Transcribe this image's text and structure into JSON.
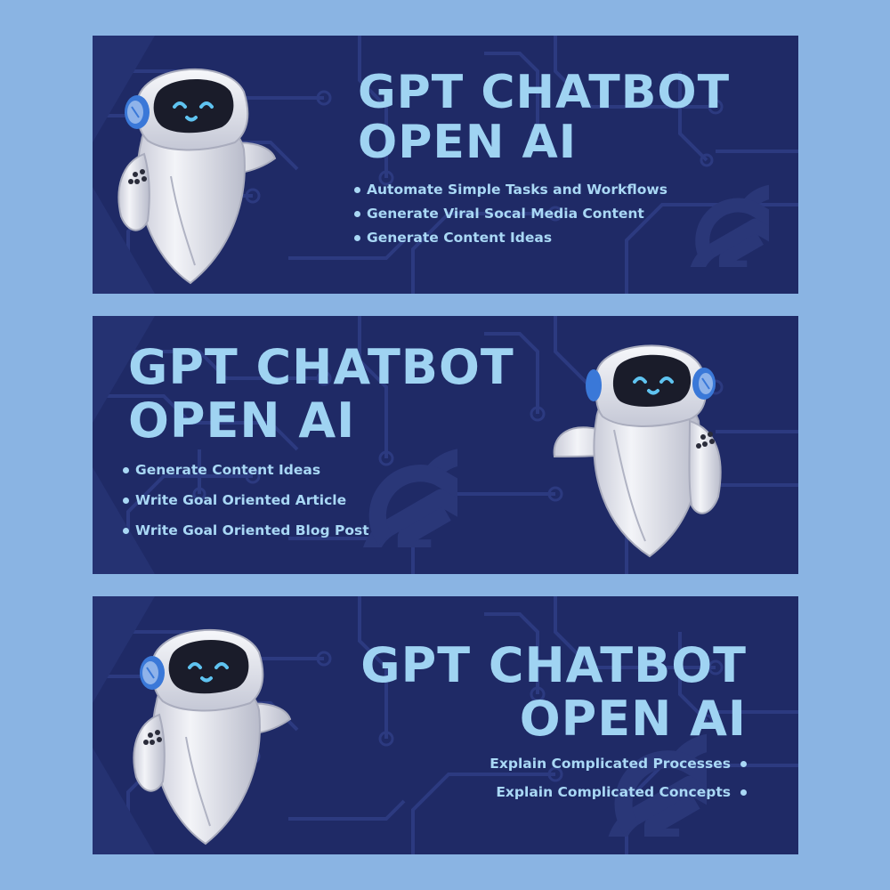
{
  "colors": {
    "page_background": "#8ab4e3",
    "banner_background": "#1f2a66",
    "circuit_lines": "#2c3a80",
    "title_text": "#9fd3f2",
    "bullet_text": "#a9d8f5",
    "robot_body": "#eceff5",
    "robot_visor": "#1a1c2a",
    "robot_eyes": "#5fc3f0",
    "robot_ear": "#3a78d8"
  },
  "banners": [
    {
      "title_line1": "GPT CHATBOT",
      "title_line2": "OPEN AI",
      "bullets": [
        "Automate Simple Tasks and Workflows",
        "Generate Viral Socal Media Content",
        "Generate Content Ideas"
      ],
      "icons": [
        "robot-mascot-icon",
        "openai-logo-icon"
      ]
    },
    {
      "title_line1": "GPT CHATBOT",
      "title_line2": "OPEN AI",
      "bullets": [
        "Generate Content Ideas",
        "Write Goal Oriented Article",
        "Write Goal Oriented Blog Post"
      ],
      "icons": [
        "robot-mascot-icon",
        "openai-logo-icon"
      ]
    },
    {
      "title_line1": "GPT CHATBOT",
      "title_line2": "OPEN AI",
      "bullets": [
        "Explain Complicated Processes",
        "Explain Complicated Concepts"
      ],
      "icons": [
        "robot-mascot-icon",
        "openai-logo-icon"
      ]
    }
  ]
}
